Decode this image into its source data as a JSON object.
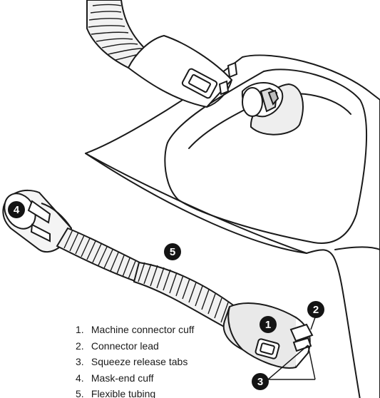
{
  "callouts": [
    {
      "id": "1",
      "label": "1"
    },
    {
      "id": "2",
      "label": "2"
    },
    {
      "id": "3",
      "label": "3"
    },
    {
      "id": "4",
      "label": "4"
    },
    {
      "id": "5",
      "label": "5"
    }
  ],
  "legend": {
    "items": [
      {
        "number": "1.",
        "text": "Machine connector cuff"
      },
      {
        "number": "2.",
        "text": "Connector lead"
      },
      {
        "number": "3.",
        "text": "Squeeze release tabs"
      },
      {
        "number": "4.",
        "text": "Mask-end cuff"
      },
      {
        "number": "5.",
        "text": "Flexible tubing"
      }
    ]
  },
  "colors": {
    "line": "#1a1a1a",
    "badge": "#141414",
    "cuff_fill": "#e6e6e6",
    "machine_fill": "#ffffff",
    "tube_fill": "#f2f2f2"
  }
}
